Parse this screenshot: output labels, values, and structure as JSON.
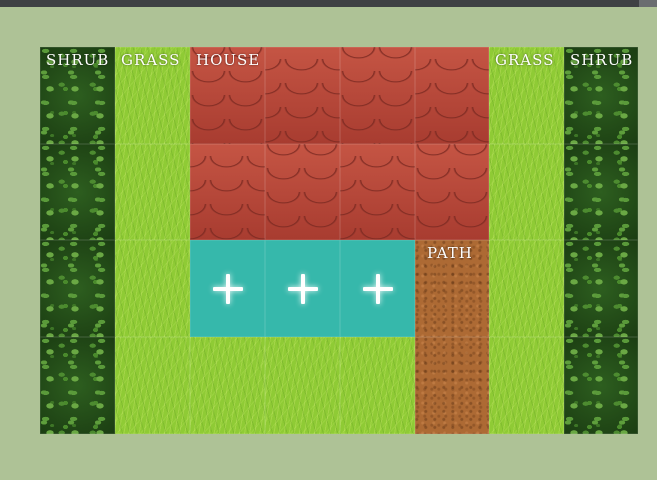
{
  "labels": {
    "shrub_left": "SHRUB",
    "grass_left": "GRASS",
    "house": "HOUSE",
    "grass_right": "GRASS",
    "shrub_right": "SHRUB",
    "path": "PATH"
  },
  "slots": [
    {
      "icon": "plus-icon"
    },
    {
      "icon": "plus-icon"
    },
    {
      "icon": "plus-icon"
    }
  ],
  "colors": {
    "background": "#aec296",
    "slot": "#36b8ab",
    "house": "#b4483a",
    "grass": "#8fcb35",
    "shrub": "#234d19",
    "path": "#ad6a34"
  }
}
